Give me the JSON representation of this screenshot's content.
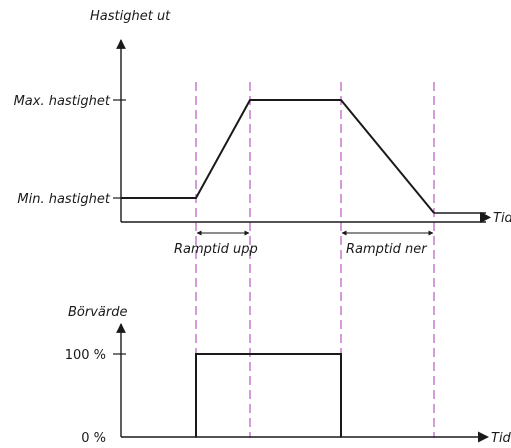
{
  "top_chart": {
    "y_axis_label": "Hastighet ut",
    "max_label": "Max. hastighet",
    "min_label": "Min. hastighet",
    "x_axis_label": "Tid",
    "ramp_up_label": "Ramptid upp",
    "ramp_down_label": "Ramptid ner"
  },
  "bottom_chart": {
    "y_axis_label": "Börvärde",
    "high_label": "100 %",
    "low_label": "0 %",
    "x_axis_label": "Tid"
  },
  "colors": {
    "guide": "#b04ab8",
    "ink": "#1a1a1a"
  }
}
